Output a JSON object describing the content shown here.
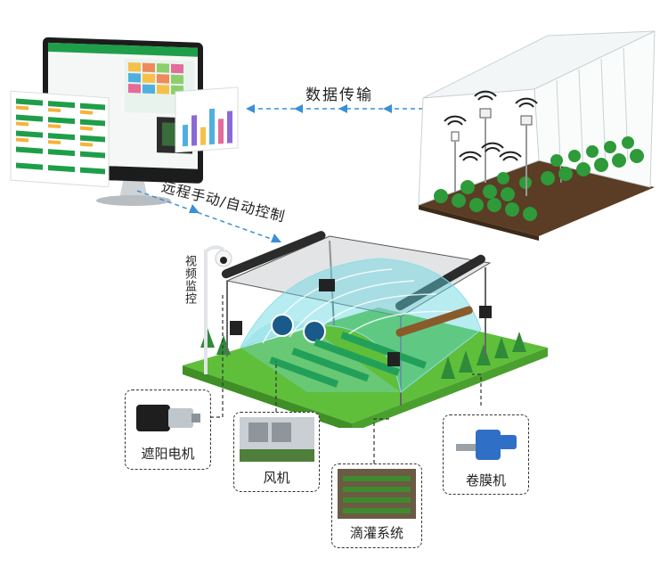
{
  "labels": {
    "data_transmission": "数据传输",
    "remote_control": "远程手动/自动控制",
    "video_monitoring": "视频监控"
  },
  "callouts": [
    {
      "id": "shade-motor",
      "label": "遮阳电机"
    },
    {
      "id": "fan",
      "label": "风机"
    },
    {
      "id": "drip-irrigation",
      "label": "滴灌系统"
    },
    {
      "id": "film-roller",
      "label": "卷膜机"
    }
  ],
  "colors": {
    "arrow_blue": "#3a8fd9",
    "grass_green": "#5fbf3a",
    "greenhouse_cyan": "#5fd4e0",
    "dashboard_green": "#1f9e4a"
  }
}
